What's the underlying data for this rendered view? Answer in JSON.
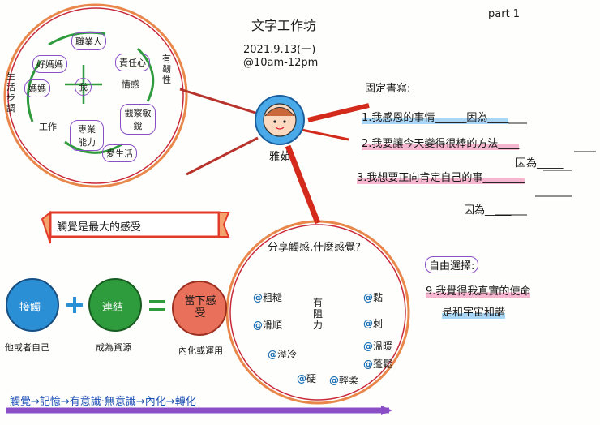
{
  "header": {
    "title": "文字工作坊",
    "date": "2021.9.13(一)",
    "time": "@10am-12pm",
    "part": "part 1"
  },
  "center": {
    "name": "雅茹"
  },
  "mindmap": {
    "items": [
      "職業人",
      "媽媽",
      "責任心",
      "情感",
      "我",
      "工作",
      "專業能力",
      "觀察敏銳",
      "愛生活",
      "好媽媽"
    ],
    "left_arc": "生活步調",
    "right_arc": "有韌性"
  },
  "fixed_questions": {
    "heading": "固定書寫:",
    "q1": "1.我感恩的事情______因為____",
    "q2a": "2.我要讓今天變得很棒的方法____",
    "q2b": "因為_____",
    "q3a": "3.我想要正向肯定自己的事________",
    "q3b": "因為_____"
  },
  "free_choice": {
    "heading": "自由選擇:",
    "q9a": "9.我覺得我真實的使命",
    "q9b": "是和宇宙和諧"
  },
  "banner": {
    "text": "觸覺是最大的感受"
  },
  "equation": {
    "a_label": "接觸",
    "a_caption": "他或者自己",
    "b_label": "連結",
    "b_caption": "成為資源",
    "c_label": "當下感受",
    "c_caption": "內化或運用"
  },
  "sensing": {
    "heading": "分享觸感,什麼感覺?",
    "words": [
      "粗糙",
      "滑順",
      "溼冷",
      "硬",
      "有阻力",
      "黏",
      "刺",
      "溫暖",
      "蓬鬆",
      "輕柔"
    ]
  },
  "footer": {
    "chain": "觸覺→記憶→有意識·無意識→內化→轉化"
  },
  "colors": {
    "red": "#e23b2a",
    "blue": "#2b8fd6",
    "green": "#2e9b3c",
    "pink": "#e7549a",
    "purple": "#8a4fc7",
    "orange": "#e9874a"
  }
}
